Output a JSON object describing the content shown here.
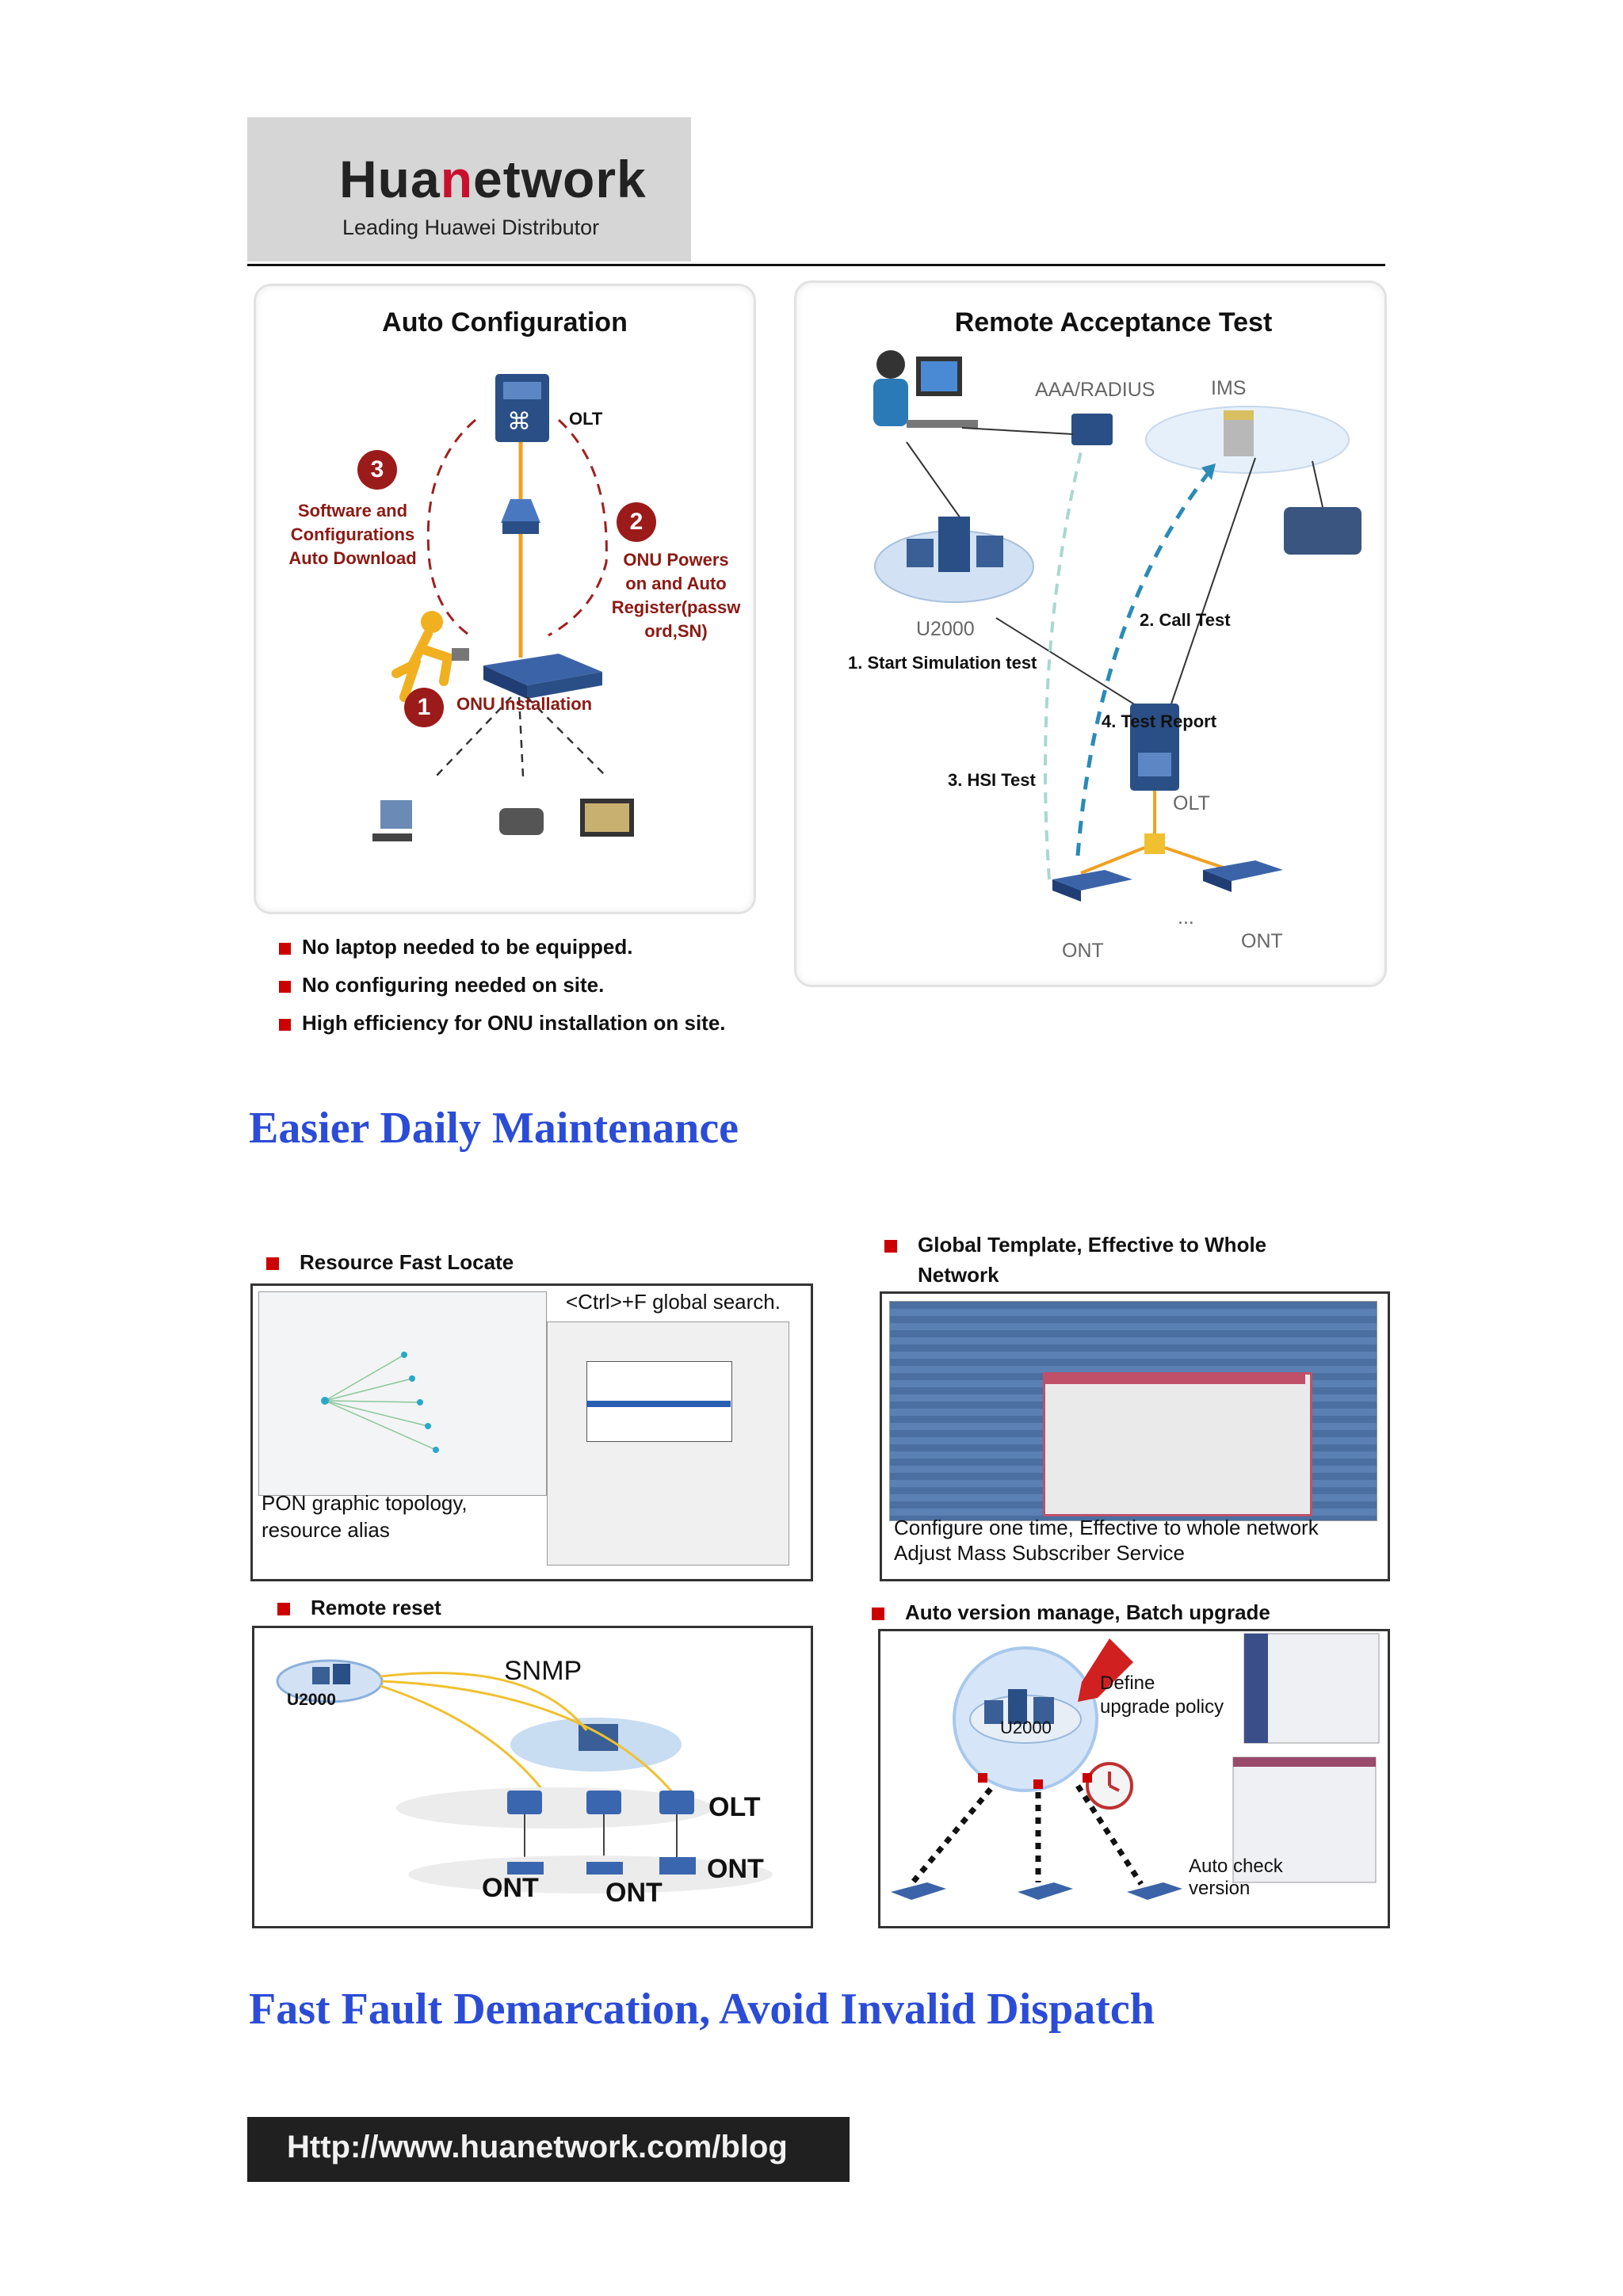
{
  "header": {
    "logo_text_a": "Hua",
    "logo_text_b": "n",
    "logo_text_c": "etwork",
    "tagline": "Leading Huawei Distributor"
  },
  "auto_config": {
    "title": "Auto Configuration",
    "olt": "OLT",
    "step1": "1",
    "step1_label": "ONU Installation",
    "step2": "2",
    "step2_line1": "ONU Powers",
    "step2_line2": "on and Auto",
    "step2_line3": "Register(passw",
    "step2_line4": "ord,SN)",
    "step3": "3",
    "step3_line1": "Software and",
    "step3_line2": "Configurations",
    "step3_line3": "Auto Download"
  },
  "bullets": [
    "No laptop needed to be equipped.",
    "No configuring needed on site.",
    "High efficiency for ONU installation on site."
  ],
  "remote_test": {
    "title": "Remote Acceptance Test",
    "aaa": "AAA/RADIUS",
    "ims": "IMS",
    "u2000": "U2000",
    "step1": "1. Start Simulation test",
    "step2": "2. Call Test",
    "step3": "3. HSI Test",
    "step4": "4. Test Report",
    "olt": "OLT",
    "ont1": "ONT",
    "ont2": "ONT",
    "dots": "..."
  },
  "section1": "Easier Daily Maintenance",
  "resource": {
    "caption": "Resource Fast Locate",
    "search": "<Ctrl>+F global search.",
    "desc_line1": "PON  graphic  topology,",
    "desc_line2": "resource alias"
  },
  "template": {
    "caption_line1": "Global Template, Effective to Whole",
    "caption_line2": "Network",
    "desc_line1": "Configure one time, Effective to whole network",
    "desc_line2": "Adjust Mass Subscriber Service"
  },
  "reset": {
    "caption": "Remote reset",
    "u2000": "U2000",
    "snmp": "SNMP",
    "olt": "OLT",
    "ont1": "ONT",
    "ont2": "ONT",
    "ont3": "ONT"
  },
  "version": {
    "caption": "Auto version manage, Batch upgrade",
    "u2000": "U2000",
    "define_line1": "Define",
    "define_line2": "upgrade policy",
    "auto_line1": "Auto check",
    "auto_line2": "version"
  },
  "section2": "Fast Fault Demarcation, Avoid Invalid Dispatch",
  "footer_url": "Http://www.huanetwork.com/blog"
}
